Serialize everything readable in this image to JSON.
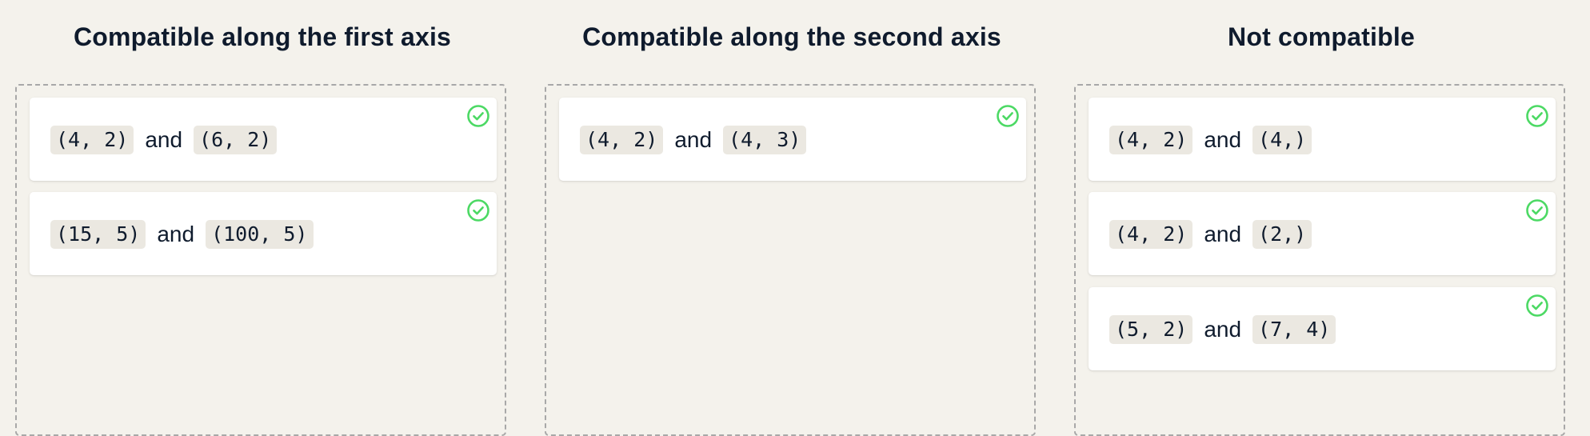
{
  "columns": [
    {
      "title": "Compatible along the first axis",
      "cards": [
        {
          "left": "(4, 2)",
          "connector": "and",
          "right": "(6, 2)",
          "status": "correct"
        },
        {
          "left": "(15, 5)",
          "connector": "and",
          "right": "(100, 5)",
          "status": "correct"
        }
      ]
    },
    {
      "title": "Compatible along the second axis",
      "cards": [
        {
          "left": "(4, 2)",
          "connector": "and",
          "right": "(4, 3)",
          "status": "correct"
        }
      ]
    },
    {
      "title": "Not compatible",
      "cards": [
        {
          "left": "(4, 2)",
          "connector": "and",
          "right": "(4,)",
          "status": "correct"
        },
        {
          "left": "(4, 2)",
          "connector": "and",
          "right": "(2,)",
          "status": "correct"
        },
        {
          "left": "(5, 2)",
          "connector": "and",
          "right": "(7, 4)",
          "status": "correct"
        }
      ]
    }
  ],
  "icons": {
    "status": "check-circle-icon"
  },
  "colors": {
    "background": "#f4f2ec",
    "check": "#4cd964",
    "code_bg": "#ebe8e1",
    "text": "#0f1b2d",
    "dash_border": "#a8a8a8"
  }
}
